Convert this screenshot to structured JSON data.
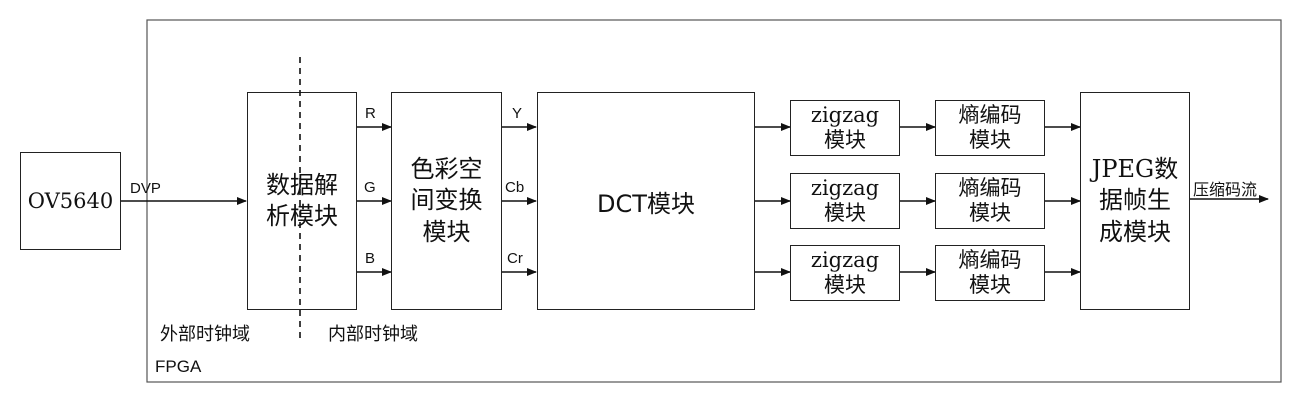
{
  "fpga_label": "FPGA",
  "sensor": "OV5640",
  "dvp": "DVP",
  "parser": "数据解\n析模块",
  "csc": "色彩空\n间变换\n模块",
  "dct": "DCT模块",
  "channels_in": [
    "R",
    "G",
    "B"
  ],
  "channels_out": [
    "Y",
    "Cb",
    "Cr"
  ],
  "zigzag": [
    "zigzag\n模块",
    "zigzag\n模块",
    "zigzag\n模块"
  ],
  "entropy": [
    "熵编码\n模块",
    "熵编码\n模块",
    "熵编码\n模块"
  ],
  "jpeg": "JPEG数\n据帧生\n成模块",
  "output": "压缩码流",
  "clock_external": "外部时钟域",
  "clock_internal": "内部时钟域"
}
